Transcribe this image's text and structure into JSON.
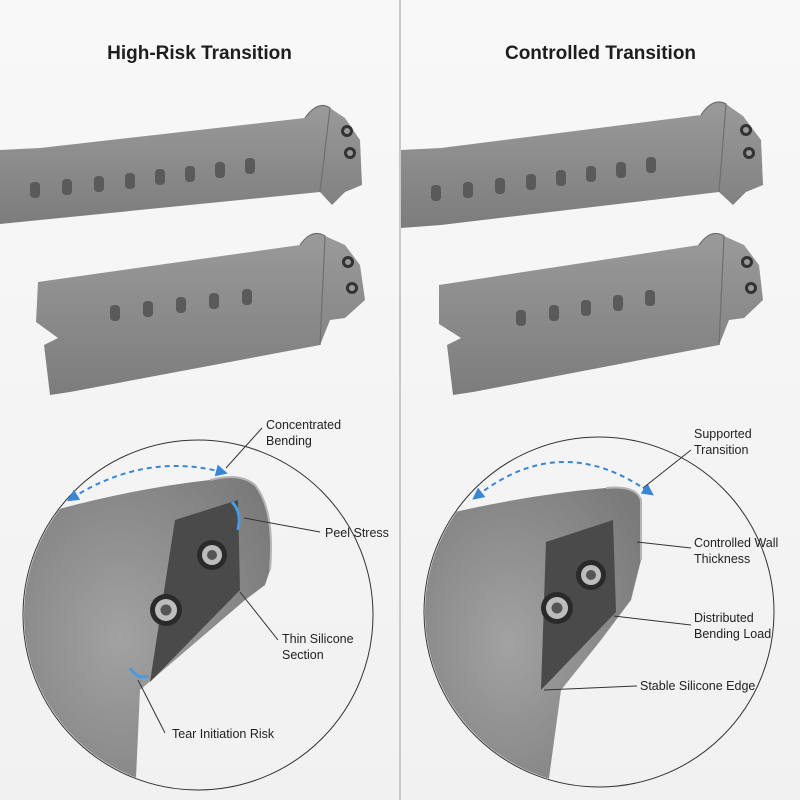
{
  "panels": {
    "left": {
      "title": "High-Risk Transition",
      "callouts": {
        "concentrated_bending": "Concentrated\nBending",
        "peel_stress": "Peel Stress",
        "thin_silicone": "Thin Silicone\nSection",
        "tear_risk": "Tear Initiation Risk"
      }
    },
    "right": {
      "title": "Controlled Transition",
      "callouts": {
        "supported_transition": "Supported\nTransition",
        "controlled_wall": "Controlled Wall\nThickness",
        "distributed_load": "Distributed\nBending Load",
        "stable_edge": "Stable Silicone Edge"
      }
    }
  },
  "colors": {
    "strap": "#8e8e8e",
    "strap_shadow": "#6f6f6f",
    "plate": "#4a4a4a",
    "arrow": "#3a86d6",
    "stress_highlight": "#4a9ae0",
    "leader": "#333333"
  }
}
